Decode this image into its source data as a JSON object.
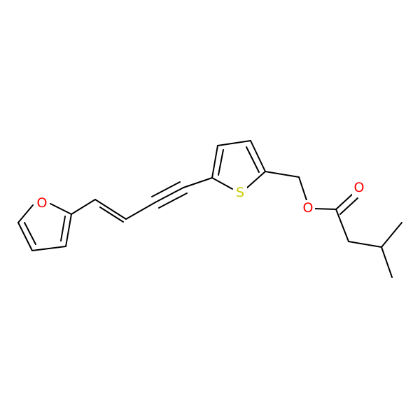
{
  "molecule": {
    "atoms": [
      {
        "id": "o_furan",
        "symbol": "O",
        "color": "#FF0000"
      },
      {
        "id": "s_thiophene",
        "symbol": "S",
        "color": "#CCCC00"
      },
      {
        "id": "o_ester",
        "symbol": "O",
        "color": "#FF0000"
      },
      {
        "id": "o_carbonyl",
        "symbol": "O",
        "color": "#FF0000"
      }
    ],
    "bond_color": "#000000",
    "background": "#FFFFFF"
  }
}
